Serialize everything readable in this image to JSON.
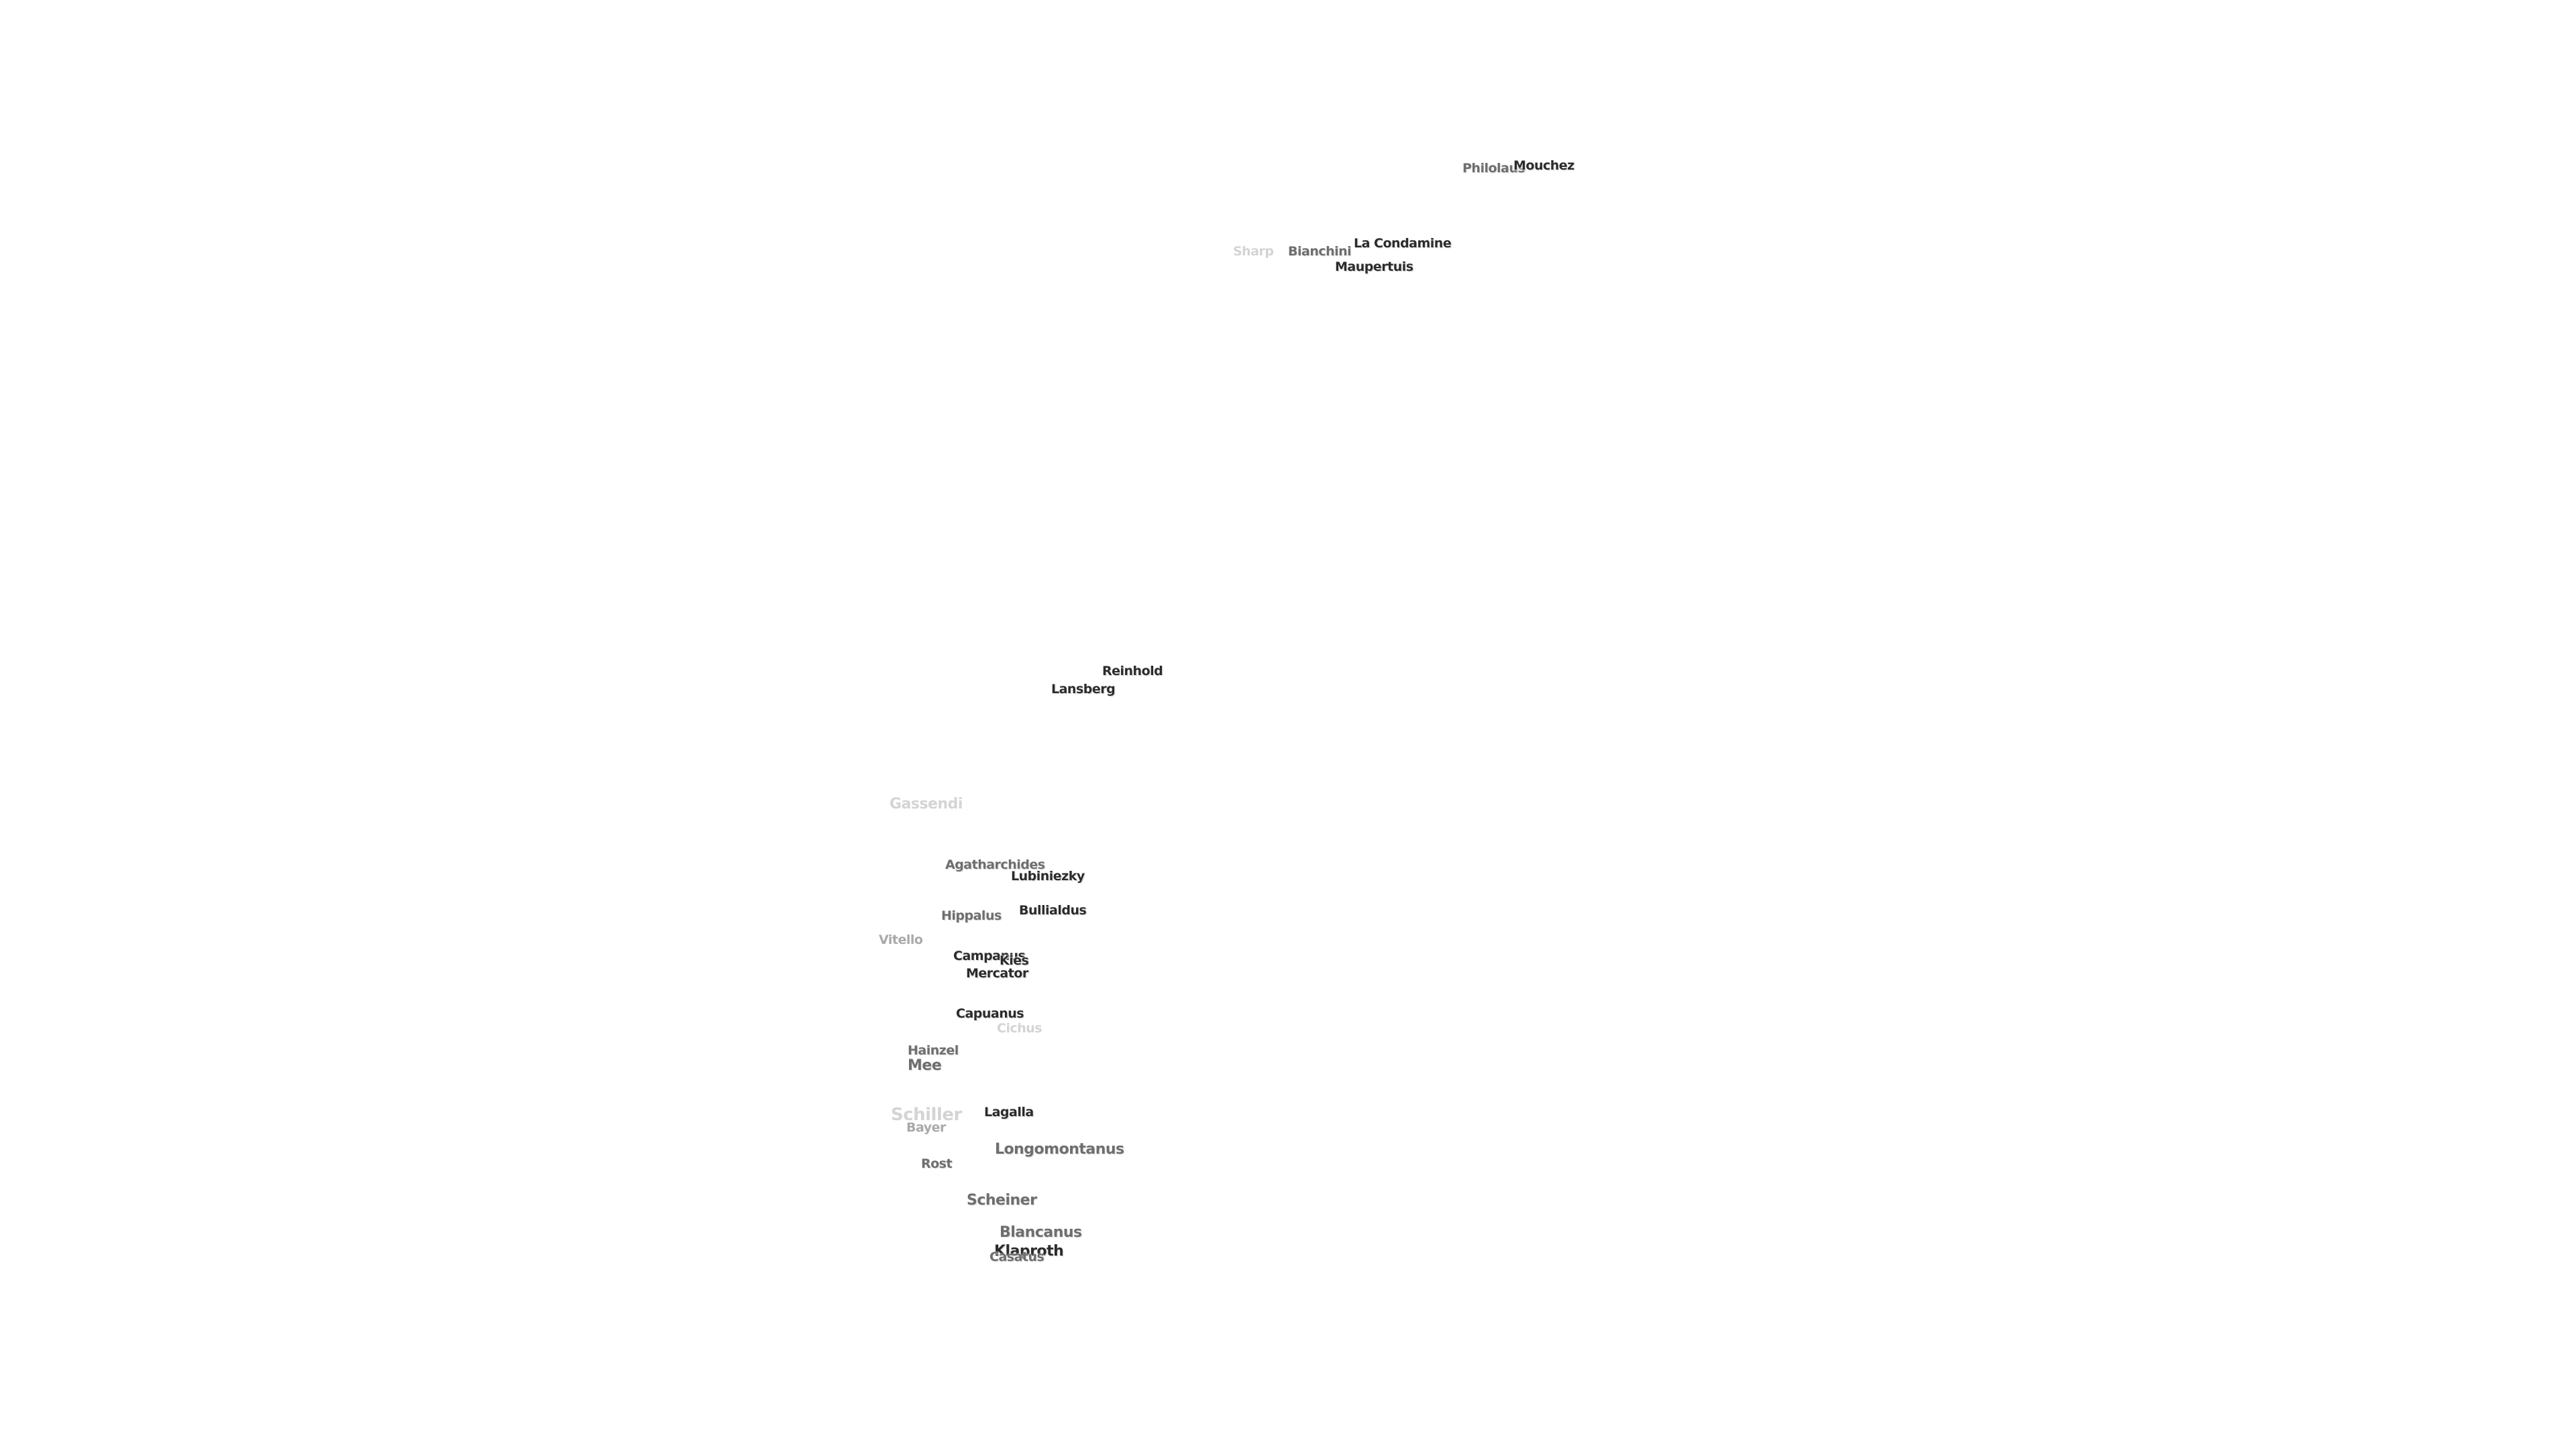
{
  "labels": {
    "philolaus": "Philolaus",
    "mouchez": "Mouchez",
    "sharp": "Sharp",
    "bianchini": "Bianchini",
    "la_condamine": "La Condamine",
    "maupertuis": "Maupertuis",
    "reinhold": "Reinhold",
    "lansberg": "Lansberg",
    "gassendi": "Gassendi",
    "agatharchides": "Agatharchides",
    "lubiniezky": "Lubiniezky",
    "hippalus": "Hippalus",
    "bullialdus": "Bullialdus",
    "vitello": "Vitello",
    "campanus": "Campanus",
    "kies": "Kies",
    "mercator": "Mercator",
    "capuanus": "Capuanus",
    "cichus": "Cichus",
    "hainzel": "Hainzel",
    "mee": "Mee",
    "schiller": "Schiller",
    "lagalla": "Lagalla",
    "bayer": "Bayer",
    "longomontanus": "Longomontanus",
    "rost": "Rost",
    "scheiner": "Scheiner",
    "blancanus": "Blancanus",
    "klaproth": "Klaproth",
    "casatus": "Casatus"
  }
}
